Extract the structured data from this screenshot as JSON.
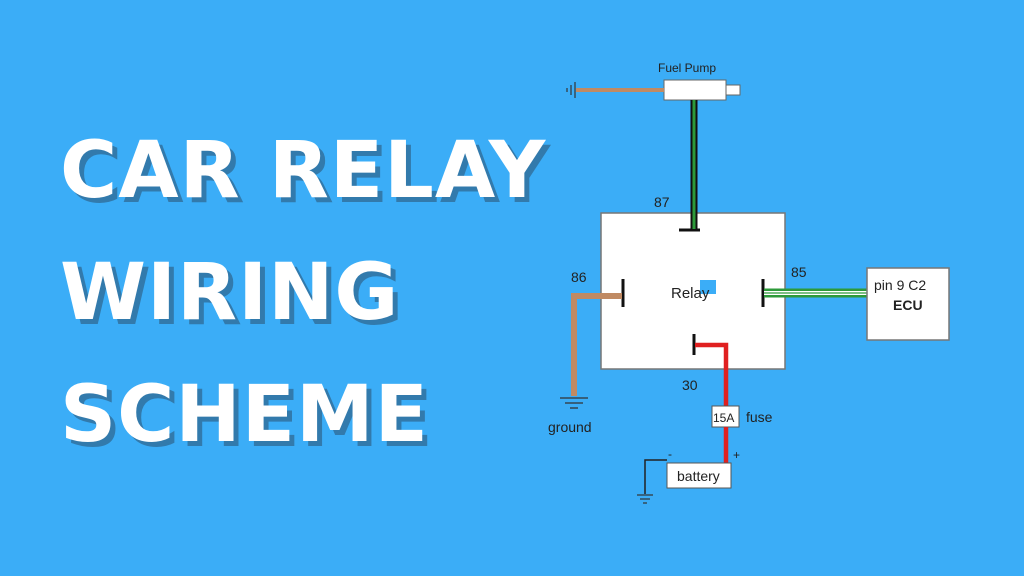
{
  "headline": {
    "line1": "CAR RELAY",
    "line2": "WIRING",
    "line3": "SCHEME"
  },
  "diagram": {
    "fuel_pump_label": "Fuel Pump",
    "relay_label": "Relay",
    "pin_87": "87",
    "pin_86": "86",
    "pin_85": "85",
    "pin_30": "30",
    "ecu_pin": "pin 9  C2",
    "ecu_label": "ECU",
    "ground_label": "ground",
    "fuse_rating": "15A",
    "fuse_label": "fuse",
    "battery_label": "battery",
    "battery_minus": "-",
    "battery_plus": "+"
  },
  "colors": {
    "background": "#3badf7",
    "wire_green": "#2d9a3a",
    "wire_brown": "#c08a63",
    "wire_red": "#e02020",
    "wire_black": "#111111"
  }
}
